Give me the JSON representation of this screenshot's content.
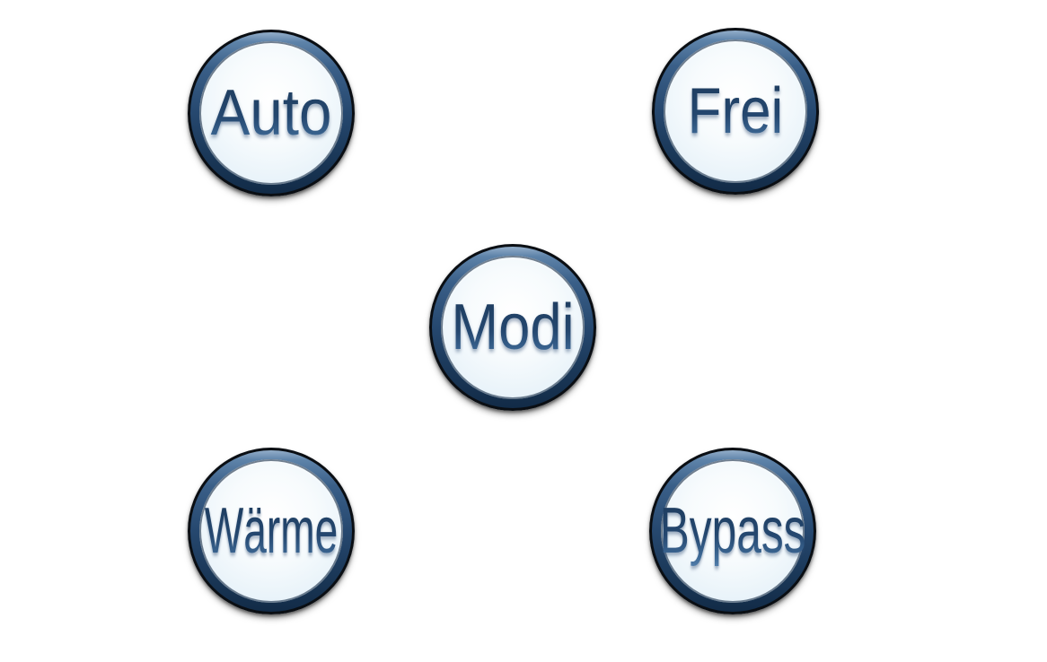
{
  "screen": {
    "background": "#ffffff"
  },
  "buttons": [
    {
      "id": "auto",
      "label": "Auto"
    },
    {
      "id": "frei",
      "label": "Frei"
    },
    {
      "id": "modi",
      "label": "Modi"
    },
    {
      "id": "waerme",
      "label": "Wärme"
    },
    {
      "id": "bypass",
      "label": "Bypass"
    }
  ],
  "colors": {
    "outline": "#0a0e13",
    "ring_highlight": "#93aec9",
    "ring_dark": "#122b47",
    "face_center": "#ffffff",
    "face_edge": "#ddecf5",
    "label_text": "#27517e",
    "background": "#ffffff"
  }
}
